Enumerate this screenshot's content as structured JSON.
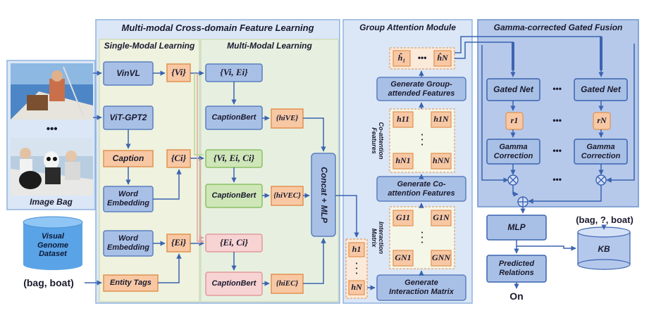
{
  "panels": {
    "feature_learning": "Multi-modal Cross-domain Feature Learning",
    "single_modal": "Single-Modal Learning",
    "multi_modal": "Multi-Modal Learning",
    "group_attention": "Group Attention Module",
    "fusion": "Gamma-corrected Gated Fusion"
  },
  "inputs": {
    "image_bag": "Image Bag",
    "dots": "•••",
    "database": "Visual\nGenome\nDataset",
    "entity_pair": "(bag, boat)"
  },
  "single_modal": {
    "vinvl": "VinVL",
    "vitgpt2": "ViT-GPT2",
    "caption": "Caption",
    "word_embedding_top": "Word\nEmbedding",
    "word_embedding_bottom": "Word\nEmbedding",
    "entity_tags": "Entity Tags",
    "v_set": "{Vi}",
    "c_set": "{Ci}",
    "e_set": "{Ei}"
  },
  "multi_modal": {
    "ve_input": "{Vi, Ei}",
    "vec_input": "{Vi, Ei, Ci}",
    "ec_input": "{Ei, Ci}",
    "captionbert_1": "CaptionBert",
    "captionbert_2": "CaptionBert",
    "captionbert_3": "CaptionBert",
    "h_ve": "{hiVE}",
    "h_vec": "{hiVEC}",
    "h_ec": "{hiEC}",
    "concat": "Concat + MLP"
  },
  "group_attention": {
    "h_top": [
      "ĥ₁",
      "•••",
      "ĥN"
    ],
    "gen_group": "Generate Group-\nattended Features",
    "coattn_features_label": "Co-attention\nFeatures",
    "h_matrix": [
      "h11",
      "h1N",
      "hN1",
      "hNN"
    ],
    "gen_coattn": "Generate Co-\nattention Features",
    "interaction_matrix_label": "Interaction\nMatrix",
    "g_matrix": [
      "G11",
      "G1N",
      "GN1",
      "GNN"
    ],
    "gen_interaction": "Generate\nInteraction Matrix",
    "h_column": [
      "h1",
      "•\n•\n•",
      "hN"
    ],
    "vdots": "•\n•\n•"
  },
  "fusion": {
    "gated_net_1": "Gated Net",
    "gated_net_n": "Gated Net",
    "r1": "r1",
    "rn": "rN",
    "gamma_1": "Gamma\nCorrection",
    "gamma_n": "Gamma\nCorrection",
    "dots": "•••"
  },
  "output": {
    "mlp": "MLP",
    "predicted": "Predicted\nRelations",
    "on": "On",
    "kb": "KB",
    "kb_query": "(bag, ?, boat)"
  },
  "colors": {
    "panel_blue": "#dbe7f6",
    "panel_border": "#8fb3de",
    "box_blue": "#a9c0e6",
    "box_blue_border": "#5b7fbf",
    "orange": "#f8c8a4",
    "orange_border": "#e2914f",
    "green": "#cfe6b8",
    "green_border": "#8cc063",
    "pink": "#f7d3d3",
    "pink_border": "#e29b9b",
    "arrow": "#3b63b0"
  }
}
